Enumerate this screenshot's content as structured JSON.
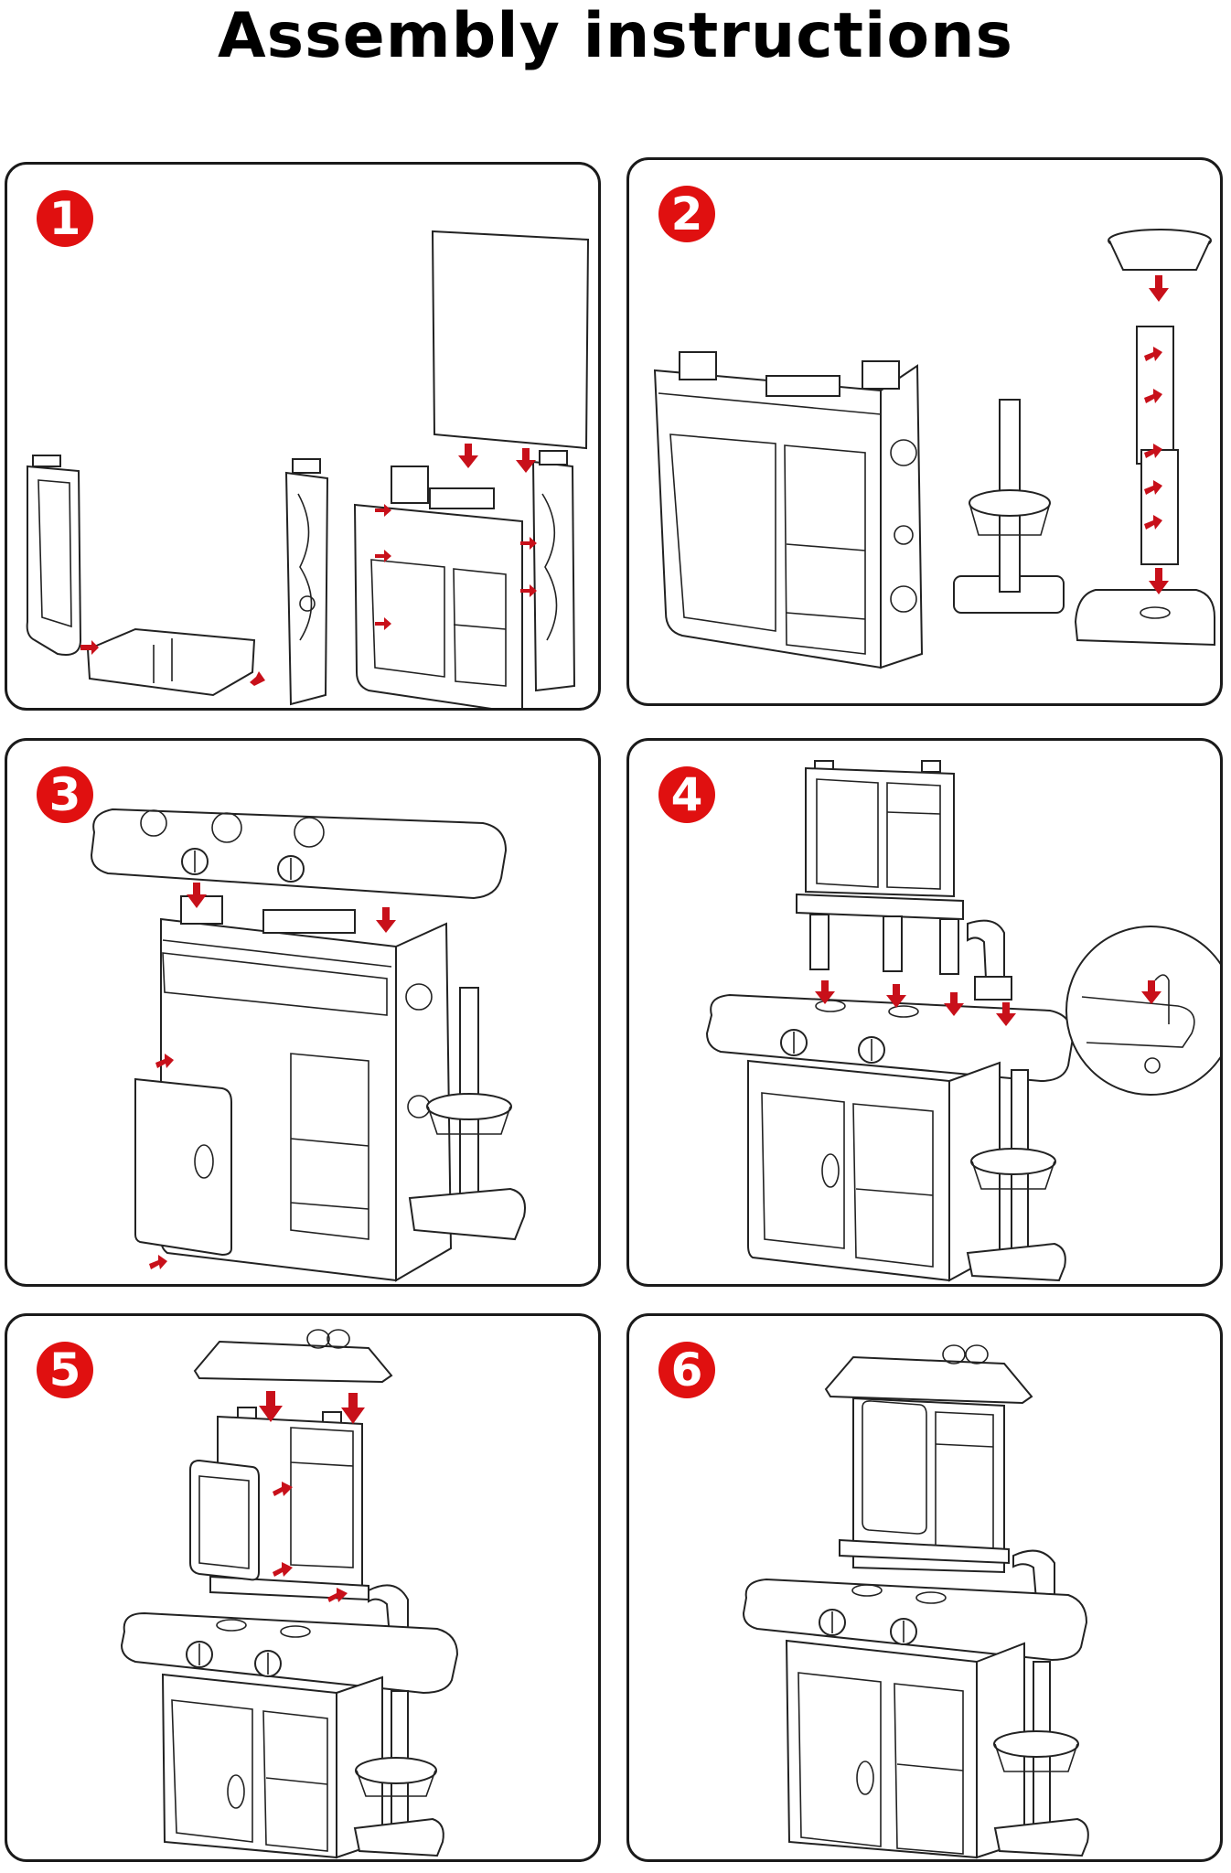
{
  "page": {
    "title": "Assembly instructions"
  },
  "colors": {
    "badge_background": "#e01010",
    "badge_text": "#ffffff",
    "arrow": "#c8101a",
    "line_art": "#222222"
  },
  "steps": [
    {
      "number": "1",
      "illustration": "side panels, base tray and back board joined into cabinet frame"
    },
    {
      "number": "2",
      "illustration": "cabinet frame with faucet pole, basket and base stand assembly"
    },
    {
      "number": "3",
      "illustration": "countertop with stove knobs placed onto cabinet, door attached"
    },
    {
      "number": "4",
      "illustration": "upper shelf unit inserted into countertop, faucet detail callout"
    },
    {
      "number": "5",
      "illustration": "hood placed on top, mirror door attached to upper unit"
    },
    {
      "number": "6",
      "illustration": "fully assembled toy kitchen"
    }
  ]
}
